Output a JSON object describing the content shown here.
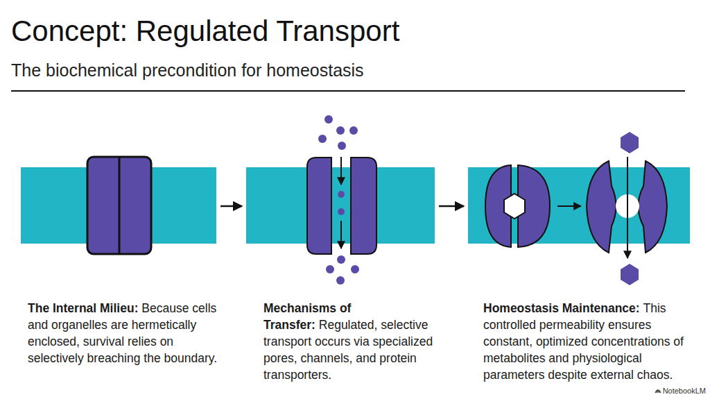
{
  "diagram": {
    "title": "Concept: Regulated Transport",
    "nodes": [
      {
        "text": [
          "The Internal Milieu:",
          "Because cells and organelles are hermetically enclosed, survival relies on selectively breaching the boundary."
        ]
      },
      {
        "text": [
          "Mechanisms of Transfer:",
          "Regulated, selective transport occurs via specialized pores, channels, and protein transporters."
        ]
      },
      {
        "text": [
          "Homeostasis Maintenance:",
          "This controlled permeability ensures constant, optimized concentrations of metabolites and physiological parameters despite external chaos."
        ]
      }
    ],
    "edges": [
      {
        "from": 0,
        "to": 1,
        "arrow": "to"
      },
      {
        "from": 1,
        "to": 2,
        "arrow": "to"
      }
    ],
    "labels": [
      "The biochemical precondition for homeostasis",
      "NotebookLM"
    ]
  }
}
